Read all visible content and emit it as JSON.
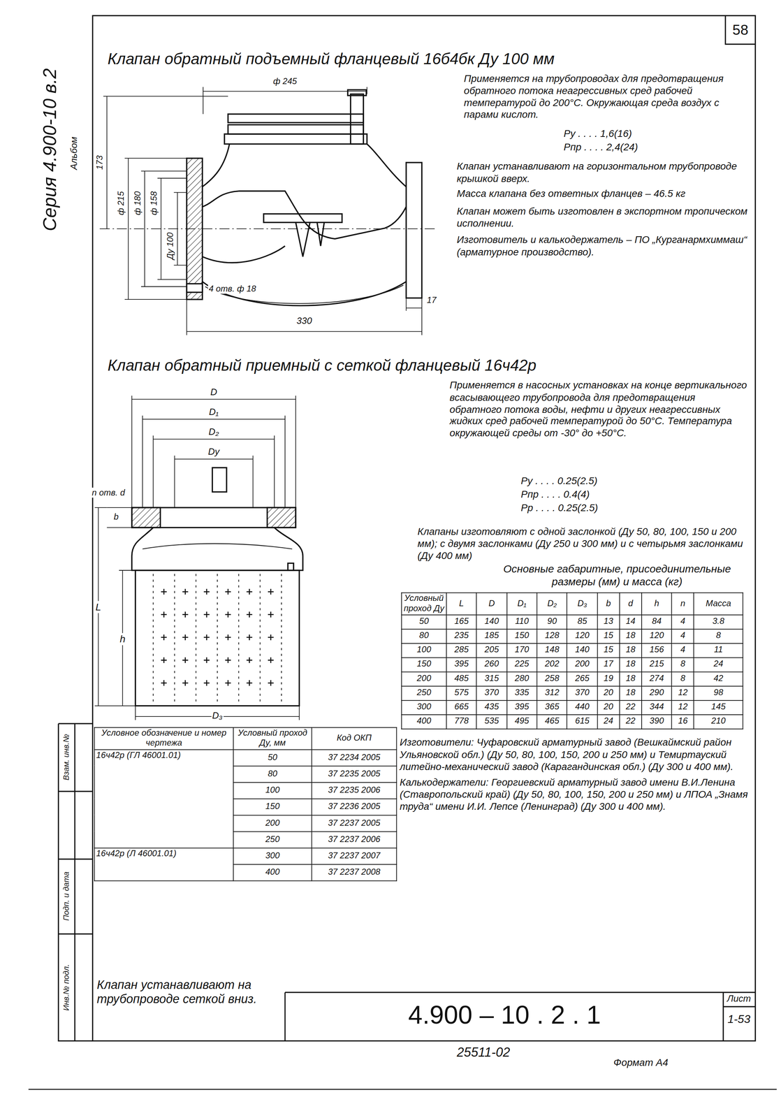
{
  "diagram": {
    "labels": [
      "58",
      "Серия 4.900-10 в.2",
      "Альбом",
      "Клапан обратный подъемный фланцевый 16б4бк Ду 100 мм",
      "Применяется на трубопроводах для предотвращения обратного потока неагрессивных сред рабочей температурой до 200°С. Окружающая среда воздух с парами кислот.",
      "Ру . . . . 1,6(16)",
      "Рпр . . . . 2,4(24)",
      "Клапан устанавливают на горизонтальном трубопроводе крышкой вверх.",
      "Масса клапана без ответных фланцев – 46.5 кг",
      "Клапан может быть изготовлен в экспортном тропическом исполнении.",
      "Изготовитель и калькодержатель – ПО „Курганармхиммаш“ (арматурное производство).",
      "ф 245",
      "173",
      "ф 215",
      "ф 180",
      "ф 158",
      "Ду 100",
      "4 отв. ф 18",
      "330",
      "17",
      "Клапан обратный приемный с сеткой фланцевый 16ч42р",
      "Применяется в насосных установках на конце вертикального всасывающего трубопровода для предотвращения обратного потока воды, нефти и других неагрессивных жидких сред рабочей температурой до 50°С. Температура окружающей среды от -30° до +50°С.",
      "Ру . . . . 0.25(2.5)",
      "Рпр . . . . 0.4(4)",
      "Рр . . . . 0.25(2.5)",
      "Клапаны изготовляют с одной заслонкой (Ду 50, 80, 100, 150 и 200 мм); с двумя заслонками (Ду 250 и 300 мм) и с четырьмя заслонками (Ду 400 мм)",
      "Основные габаритные, присоединительные размеры (мм) и масса (кг)",
      "D",
      "D₁",
      "D₂",
      "Dу",
      "b",
      "n отв. d",
      "L",
      "h",
      "D₃",
      "Изготовители: Чуфаровский арматурный завод (Вешкаймский район Ульяновской обл.) (Ду 50, 80, 100, 150, 200 и 250 мм) и Темиртауский литейно-механический завод (Карагандинская обл.) (Ду 300 и 400 мм).",
      "Калькодержатели: Георгиевский арматурный завод имени В.И.Ленина (Ставропольский край) (Ду 50, 80, 100, 150, 200 и 250 мм) и ЛПОА „Знамя труда“ имени И.И. Лепсе (Ленинград) (Ду 300 и 400 мм).",
      "Клапан устанавливают на трубопроводе сеткой вниз.",
      "4.900 – 10 . 2 . 1",
      "Лист",
      "1-53",
      "25511-02",
      "Формат А4",
      "Инв.№ подл.",
      "Подп. и дата",
      "Взам. инв.№",
      "Условный проход Ду",
      "L",
      "D",
      "D₁",
      "D₂",
      "D₃",
      "b",
      "d",
      "h",
      "n",
      "Масса",
      "50",
      "165",
      "140",
      "110",
      "90",
      "85",
      "13",
      "14",
      "84",
      "4",
      "3.8",
      "80",
      "235",
      "185",
      "150",
      "128",
      "120",
      "15",
      "18",
      "120",
      "4",
      "8",
      "100",
      "285",
      "205",
      "170",
      "148",
      "140",
      "15",
      "18",
      "156",
      "4",
      "11",
      "150",
      "395",
      "260",
      "225",
      "202",
      "200",
      "17",
      "18",
      "215",
      "8",
      "24",
      "200",
      "485",
      "315",
      "280",
      "258",
      "265",
      "19",
      "18",
      "274",
      "8",
      "42",
      "250",
      "575",
      "370",
      "335",
      "312",
      "370",
      "20",
      "18",
      "290",
      "12",
      "98",
      "300",
      "665",
      "435",
      "395",
      "365",
      "440",
      "20",
      "22",
      "344",
      "12",
      "145",
      "400",
      "778",
      "535",
      "495",
      "465",
      "615",
      "24",
      "22",
      "390",
      "16",
      "210",
      "Условное обозначение и номер чертежа",
      "Условный проход Ду, мм",
      "Код ОКП",
      "16ч42р (ГЛ 46001.01)",
      "50",
      "37 2234 2005",
      "80",
      "37 2235 2005",
      "100",
      "37 2235 2006",
      "150",
      "37 2236 2005",
      "200",
      "37 2237 2005",
      "250",
      "37 2237 2006",
      "16ч42р (Л 46001.01)",
      "300",
      "37 2237 2007",
      "400",
      "37 2237 2008"
    ]
  }
}
